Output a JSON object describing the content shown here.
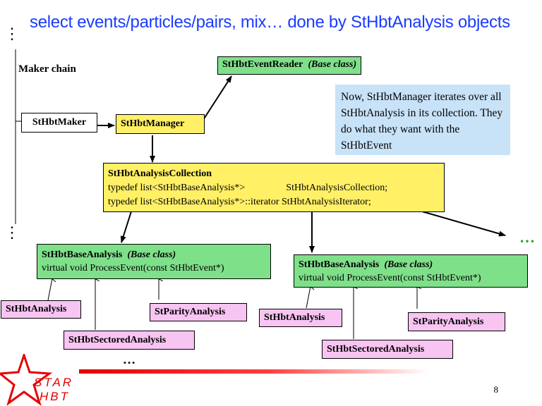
{
  "title": "select events/particles/pairs, mix… done by StHbtAnalysis objects",
  "maker_chain_label": "Maker chain",
  "boxes": {
    "reader_name": "StHbtEventReader",
    "reader_note": "(Base class)",
    "maker": "StHbtMaker",
    "manager": "StHbtManager",
    "collection_title": "StHbtAnalysisCollection",
    "collection_line1_a": "typedef list<StHbtBaseAnalysis*>",
    "collection_line1_b": "StHbtAnalysisCollection;",
    "collection_line2": "typedef list<StHbtBaseAnalysis*>::iterator  StHbtAnalysisIterator;",
    "base_name": "StHbtBaseAnalysis",
    "base_note": "(Base class)",
    "base_method": "virtual void ProcessEvent(const StHbtEvent*)",
    "analysis": "StHbtAnalysis",
    "sectored": "StHbtSectoredAnalysis",
    "parity": "StParityAnalysis"
  },
  "note": "Now, StHbtManager iterates over all StHbtAnalysis in its collection.  They do what they want with the StHbtEvent",
  "ellipsis": "…",
  "side_dots": "⋮",
  "page_number": "8",
  "logo": {
    "line1": "STAR",
    "line2": "HBT",
    "color": "#e60000"
  },
  "colors": {
    "title": "#1a3cff",
    "yellow": "#fff066",
    "green": "#7fe08a",
    "pink": "#f8c4f2",
    "note_bg": "#c8e2f8",
    "ellipsis_green": "#2aa52a"
  }
}
